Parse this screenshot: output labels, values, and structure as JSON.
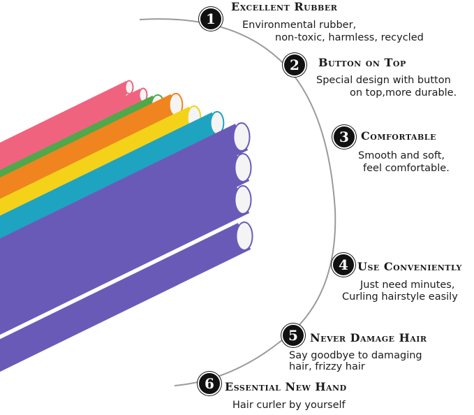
{
  "features": [
    {
      "number": "1",
      "title": "Excellent Rubber",
      "lines": [
        "Environmental rubber,",
        "non-toxic, harmless, recycled"
      ]
    },
    {
      "number": "2",
      "title": "Button on Top",
      "lines": [
        "Special design with button",
        "on top,more durable."
      ]
    },
    {
      "number": "3",
      "title": "Comfortable",
      "lines": [
        "Smooth and soft,",
        "feel comfortable."
      ]
    },
    {
      "number": "4",
      "title": "Use Conveniently",
      "lines": [
        "Just need minutes,",
        "Curling hairstyle easily"
      ]
    },
    {
      "number": "5",
      "title": "Never Damage Hair",
      "lines": [
        "Say goodbye to damaging",
        "hair, frizzy hair"
      ]
    },
    {
      "number": "6",
      "title": "Essential New Hand",
      "lines": [
        "Hair curler by yourself"
      ]
    }
  ],
  "colors": {
    "pink": "#f0637e",
    "green": "#4fa84a",
    "orange": "#f0841f",
    "yellow": "#f4d21a",
    "teal": "#1ea4c0",
    "purple": "#6a5ab8",
    "foam": "#f4f4f4"
  }
}
